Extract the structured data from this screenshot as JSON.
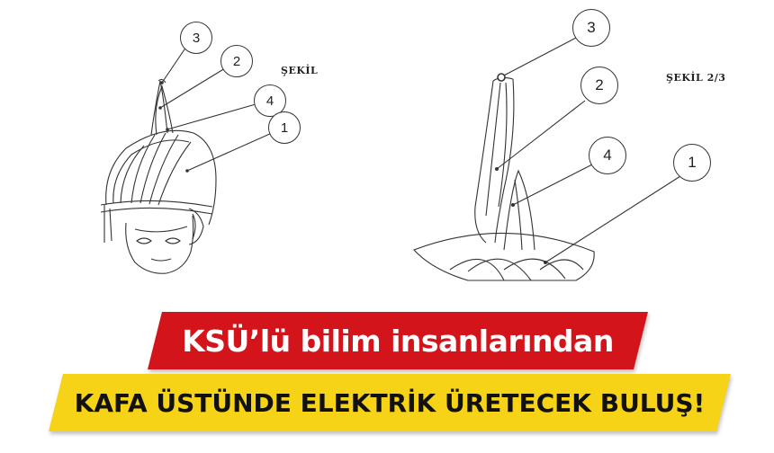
{
  "figures": {
    "left_title": "ŞEKİL",
    "right_title": "ŞEKİL 2/3"
  },
  "callouts": {
    "left": [
      "3",
      "2",
      "4",
      "1"
    ],
    "right": [
      "3",
      "2",
      "4",
      "1"
    ]
  },
  "headline": {
    "top": "KSÜ’lü bilim insanlarından",
    "bottom": "KAFA ÜSTÜNDE ELEKTRİK ÜRETECEK BULUŞ!"
  },
  "colors": {
    "banner_red": "#d3141b",
    "banner_yellow": "#f7d317",
    "line": "#333333"
  }
}
